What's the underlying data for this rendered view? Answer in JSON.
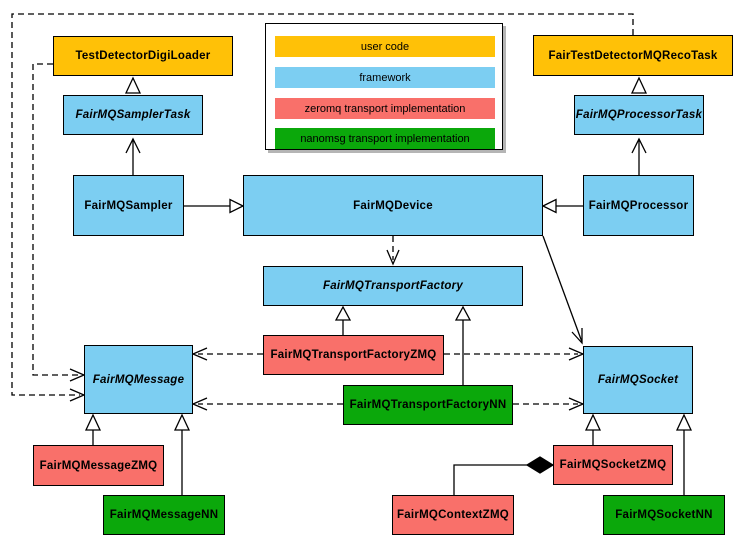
{
  "legend": {
    "items": [
      {
        "label": "user code",
        "color": "#FFC107"
      },
      {
        "label": "framework",
        "color": "#7CCEF2"
      },
      {
        "label": "zeromq transport implementation",
        "color": "#F9706A"
      },
      {
        "label": "nanomsg transport implementation",
        "color": "#0BA80B"
      }
    ]
  },
  "nodes": {
    "test_detector_digi_loader": {
      "label": "TestDetectorDigiLoader",
      "category": "user code",
      "abstract": false
    },
    "fair_test_detector_mq_reco_task": {
      "label": "FairTestDetectorMQRecoTask",
      "category": "user code",
      "abstract": false
    },
    "fairmq_sampler_task": {
      "label": "FairMQSamplerTask",
      "category": "framework",
      "abstract": true
    },
    "fairmq_processor_task": {
      "label": "FairMQProcessorTask",
      "category": "framework",
      "abstract": true
    },
    "fairmq_sampler": {
      "label": "FairMQSampler",
      "category": "framework",
      "abstract": false
    },
    "fairmq_device": {
      "label": "FairMQDevice",
      "category": "framework",
      "abstract": false
    },
    "fairmq_processor": {
      "label": "FairMQProcessor",
      "category": "framework",
      "abstract": false
    },
    "fairmq_transport_factory": {
      "label": "FairMQTransportFactory",
      "category": "framework",
      "abstract": true
    },
    "fairmq_transport_factory_zmq": {
      "label": "FairMQTransportFactoryZMQ",
      "category": "zeromq transport implementation",
      "abstract": false
    },
    "fairmq_transport_factory_nn": {
      "label": "FairMQTransportFactoryNN",
      "category": "nanomsg transport implementation",
      "abstract": false
    },
    "fairmq_message": {
      "label": "FairMQMessage",
      "category": "framework",
      "abstract": true
    },
    "fairmq_socket": {
      "label": "FairMQSocket",
      "category": "framework",
      "abstract": true
    },
    "fairmq_message_zmq": {
      "label": "FairMQMessageZMQ",
      "category": "zeromq transport implementation",
      "abstract": false
    },
    "fairmq_message_nn": {
      "label": "FairMQMessageNN",
      "category": "nanomsg transport implementation",
      "abstract": false
    },
    "fairmq_context_zmq": {
      "label": "FairMQContextZMQ",
      "category": "zeromq transport implementation",
      "abstract": false
    },
    "fairmq_socket_zmq": {
      "label": "FairMQSocketZMQ",
      "category": "zeromq transport implementation",
      "abstract": false
    },
    "fairmq_socket_nn": {
      "label": "FairMQSocketNN",
      "category": "nanomsg transport implementation",
      "abstract": false
    }
  },
  "edges": [
    {
      "from": "TestDetectorDigiLoader",
      "to": "FairMQSamplerTask",
      "style": "solid",
      "head": "hollow-triangle-at-TestDetectorDigiLoader"
    },
    {
      "from": "FairMQSampler",
      "to": "FairMQSamplerTask",
      "style": "solid",
      "head": "open-arrow-at-FairMQSamplerTask"
    },
    {
      "from": "FairTestDetectorMQRecoTask",
      "to": "FairMQProcessorTask",
      "style": "solid",
      "head": "hollow-triangle-at-FairTestDetectorMQRecoTask"
    },
    {
      "from": "FairMQProcessor",
      "to": "FairMQProcessorTask",
      "style": "solid",
      "head": "open-arrow-at-FairMQProcessorTask"
    },
    {
      "from": "FairMQSampler",
      "to": "FairMQDevice",
      "style": "solid",
      "head": "hollow-triangle-at-FairMQDevice"
    },
    {
      "from": "FairMQProcessor",
      "to": "FairMQDevice",
      "style": "solid",
      "head": "hollow-triangle-at-FairMQDevice"
    },
    {
      "from": "FairMQDevice",
      "to": "FairMQTransportFactory",
      "style": "dashed",
      "head": "open-arrow-at-FairMQTransportFactory"
    },
    {
      "from": "FairMQDevice",
      "to": "FairMQSocket",
      "style": "solid",
      "head": "open-arrow-at-FairMQSocket"
    },
    {
      "from": "FairMQTransportFactoryZMQ",
      "to": "FairMQTransportFactory",
      "style": "solid",
      "head": "hollow-triangle-at-FairMQTransportFactory"
    },
    {
      "from": "FairMQTransportFactoryNN",
      "to": "FairMQTransportFactory",
      "style": "solid",
      "head": "hollow-triangle-at-FairMQTransportFactory"
    },
    {
      "from": "FairMQTransportFactoryZMQ",
      "to": "FairMQMessage",
      "style": "dashed",
      "head": "open-arrow-at-FairMQMessage"
    },
    {
      "from": "FairMQTransportFactoryZMQ",
      "to": "FairMQSocket",
      "style": "dashed",
      "head": "open-arrow-at-FairMQSocket"
    },
    {
      "from": "FairMQTransportFactoryNN",
      "to": "FairMQMessage",
      "style": "dashed",
      "head": "open-arrow-at-FairMQMessage"
    },
    {
      "from": "FairMQTransportFactoryNN",
      "to": "FairMQSocket",
      "style": "dashed",
      "head": "open-arrow-at-FairMQSocket"
    },
    {
      "from": "TestDetectorDigiLoader",
      "to": "FairMQMessage",
      "style": "dashed",
      "head": "open-arrow-at-FairMQMessage"
    },
    {
      "from": "FairTestDetectorMQRecoTask",
      "to": "FairMQMessage",
      "style": "dashed",
      "head": "open-arrow-at-FairMQMessage"
    },
    {
      "from": "FairMQMessageZMQ",
      "to": "FairMQMessage",
      "style": "solid",
      "head": "hollow-triangle-at-FairMQMessage"
    },
    {
      "from": "FairMQMessageNN",
      "to": "FairMQMessage",
      "style": "solid",
      "head": "hollow-triangle-at-FairMQMessage"
    },
    {
      "from": "FairMQSocketZMQ",
      "to": "FairMQSocket",
      "style": "solid",
      "head": "hollow-triangle-at-FairMQSocket"
    },
    {
      "from": "FairMQSocketNN",
      "to": "FairMQSocket",
      "style": "solid",
      "head": "hollow-triangle-at-FairMQSocket"
    },
    {
      "from": "FairMQContextZMQ",
      "to": "FairMQSocketZMQ",
      "style": "solid",
      "head": "filled-diamond-at-FairMQSocketZMQ"
    }
  ]
}
